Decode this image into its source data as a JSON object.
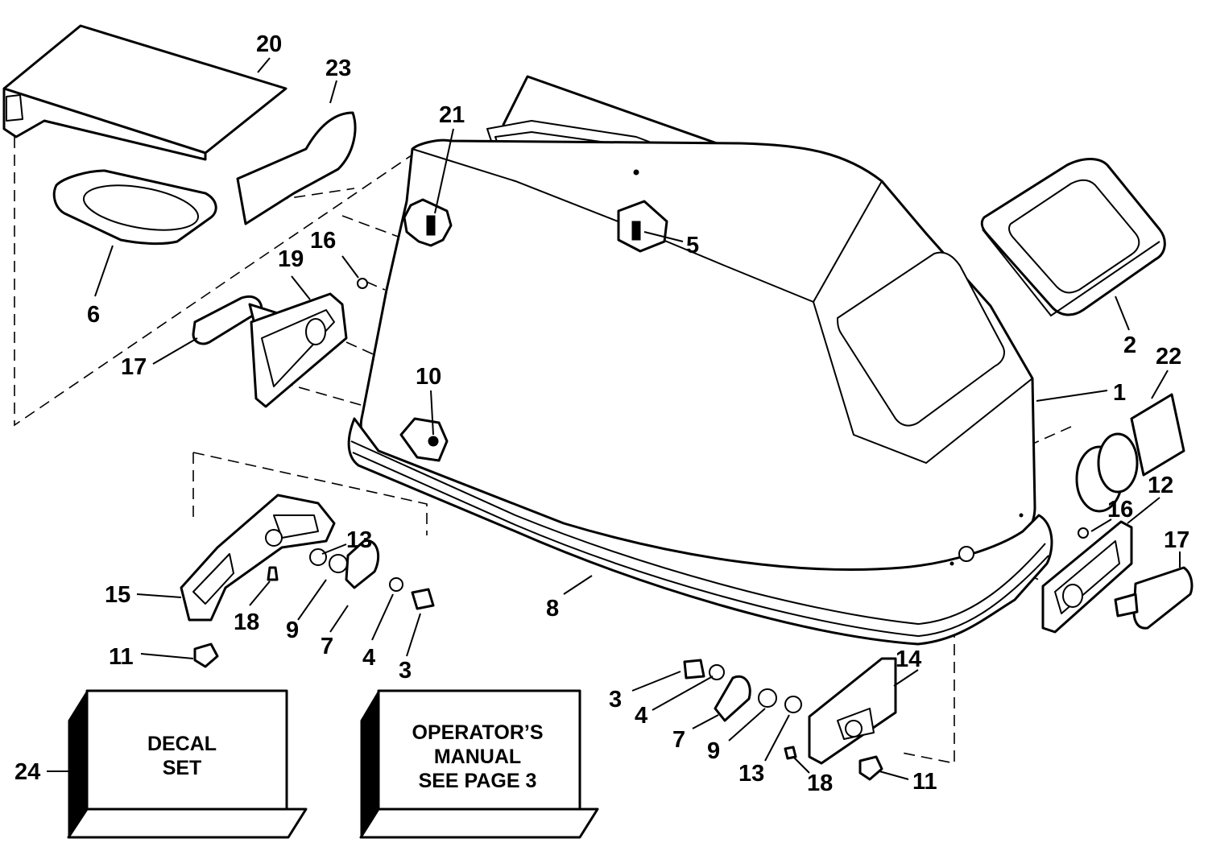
{
  "callouts": [
    "1",
    "2",
    "3",
    "4",
    "5",
    "6",
    "7",
    "8",
    "9",
    "10",
    "11",
    "12",
    "13",
    "14",
    "15",
    "16",
    "17",
    "18",
    "19",
    "20",
    "21",
    "22",
    "23",
    "24"
  ],
  "decal_box": {
    "line1": "DECAL",
    "line2": "SET"
  },
  "manual_box": {
    "line1": "OPERATOR’S",
    "line2": "MANUAL",
    "line3": "SEE PAGE 3"
  }
}
